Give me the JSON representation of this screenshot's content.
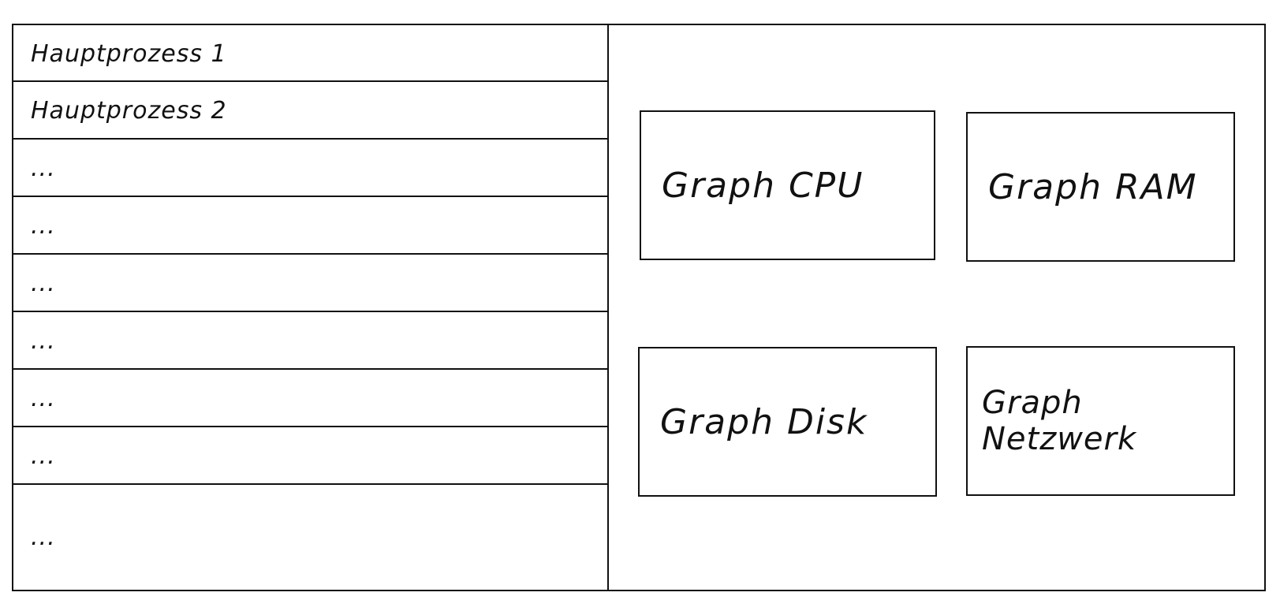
{
  "process_list": {
    "rows": [
      "Hauptprozess 1",
      "Hauptprozess 2",
      "...",
      "...",
      "...",
      "...",
      "...",
      "...",
      "..."
    ]
  },
  "graphs": {
    "cpu": "Graph CPU",
    "ram": "Graph RAM",
    "disk": "Graph Disk",
    "network": "Graph Netzwerk"
  }
}
